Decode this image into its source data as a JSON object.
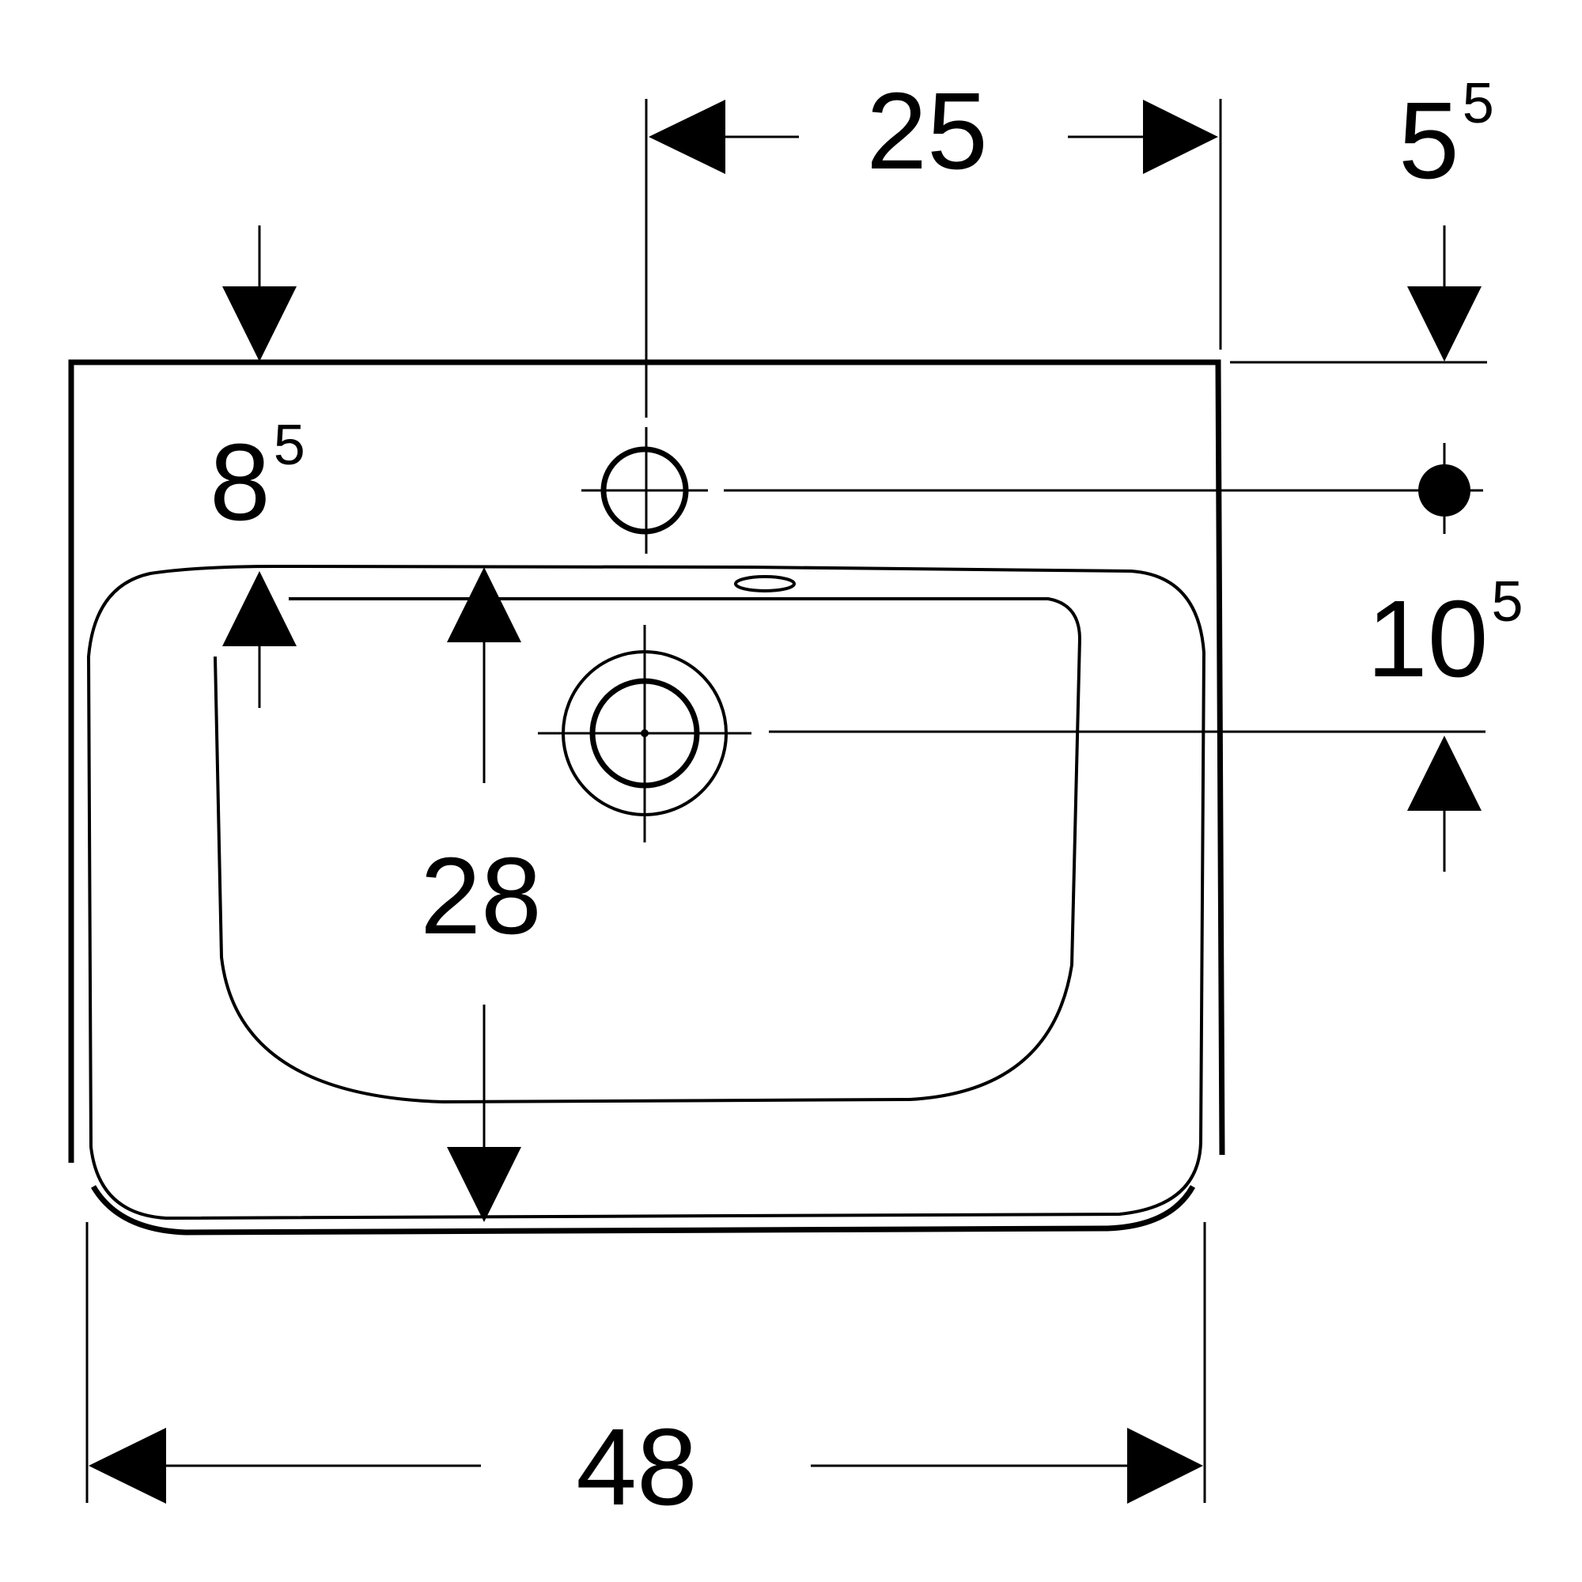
{
  "dimensions": {
    "width_overall": {
      "value": "48"
    },
    "hole_to_right_edge": {
      "value": "25"
    },
    "bowl_depth": {
      "value": "28"
    },
    "rim_to_bowl": {
      "base": "8",
      "sup": "5"
    },
    "rim_to_tap_hole": {
      "base": "5",
      "sup": "5"
    },
    "tap_hole_to_drain": {
      "base": "10",
      "sup": "5"
    }
  }
}
